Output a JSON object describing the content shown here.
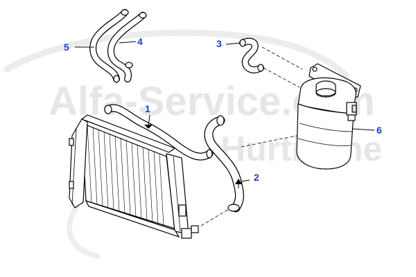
{
  "watermark": {
    "line1": "Alfa-Service.com",
    "line2": "Hurtienne",
    "color": "#e6e6e6"
  },
  "callouts": [
    {
      "id": "1",
      "label": "1"
    },
    {
      "id": "2",
      "label": "2"
    },
    {
      "id": "3",
      "label": "3"
    },
    {
      "id": "4",
      "label": "4"
    },
    {
      "id": "5",
      "label": "5"
    },
    {
      "id": "6",
      "label": "6"
    }
  ],
  "colors": {
    "callout": "#1a3fc4",
    "line": "#000000",
    "swoosh": "#ececec"
  }
}
